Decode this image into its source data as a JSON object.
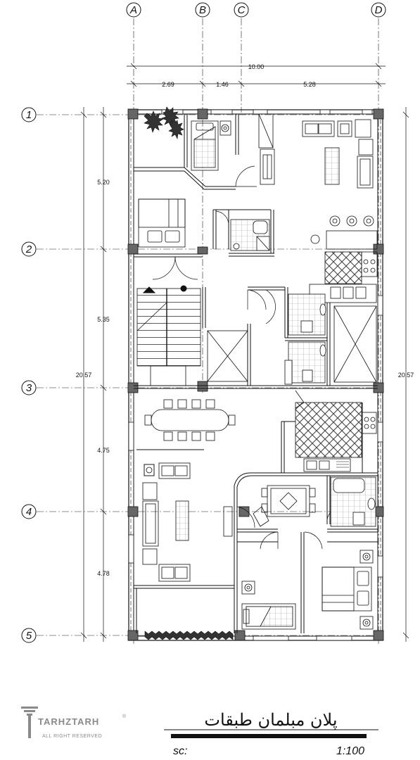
{
  "grid": {
    "columns": [
      "A",
      "B",
      "C",
      "D"
    ],
    "rows": [
      "1",
      "2",
      "3",
      "4",
      "5"
    ]
  },
  "dimensions": {
    "total_width": "10.00",
    "col_ab": "2.69",
    "col_bc": "1.46",
    "col_cd": "5.28",
    "total_height": "20.57",
    "row_12": "5.20",
    "row_23": "5.35",
    "row_34": "4.75",
    "row_45": "4.78"
  },
  "title_block": {
    "title": "پلان مبلمان طبقات",
    "scale_label": "sc:",
    "scale_value": "1:100"
  },
  "logo": {
    "name": "TARHZTARH",
    "registered": "®",
    "tagline": "ALL RIGHT RESERVED"
  },
  "colors": {
    "line": "#111111",
    "tile": "#6b6b6b",
    "logo": "#8a8a8a"
  }
}
